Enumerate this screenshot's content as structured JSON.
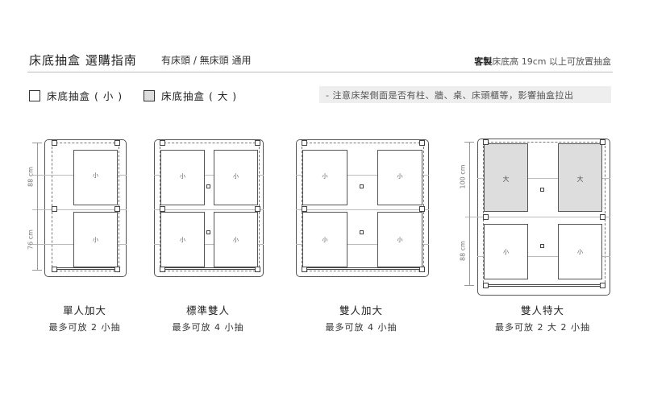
{
  "header": {
    "title": "床底抽盒 選購指南",
    "subtitle": "有床頭 / 無床頭 通用",
    "note_bold": "客製",
    "note_rest": "床底高 19cm 以上可放置抽盒"
  },
  "legend": {
    "small": "床底抽盒 ( 小 )",
    "large": "床底抽盒 ( 大 )",
    "warning": "- 注意床架側面是否有柱、牆、桌、床頭櫃等，影響抽盒拉出"
  },
  "drawer_labels": {
    "small": "小",
    "large": "大"
  },
  "beds": [
    {
      "name": "單人加大",
      "capacity": "最多可放 2 小抽",
      "dims": [
        "88 cm",
        "76 cm"
      ]
    },
    {
      "name": "標準雙人",
      "capacity": "最多可放 4 小抽"
    },
    {
      "name": "雙人加大",
      "capacity": "最多可放 4 小抽"
    },
    {
      "name": "雙人特大",
      "capacity": "最多可放 2 大 2 小抽",
      "dims": [
        "100 cm",
        "88 cm"
      ]
    }
  ]
}
